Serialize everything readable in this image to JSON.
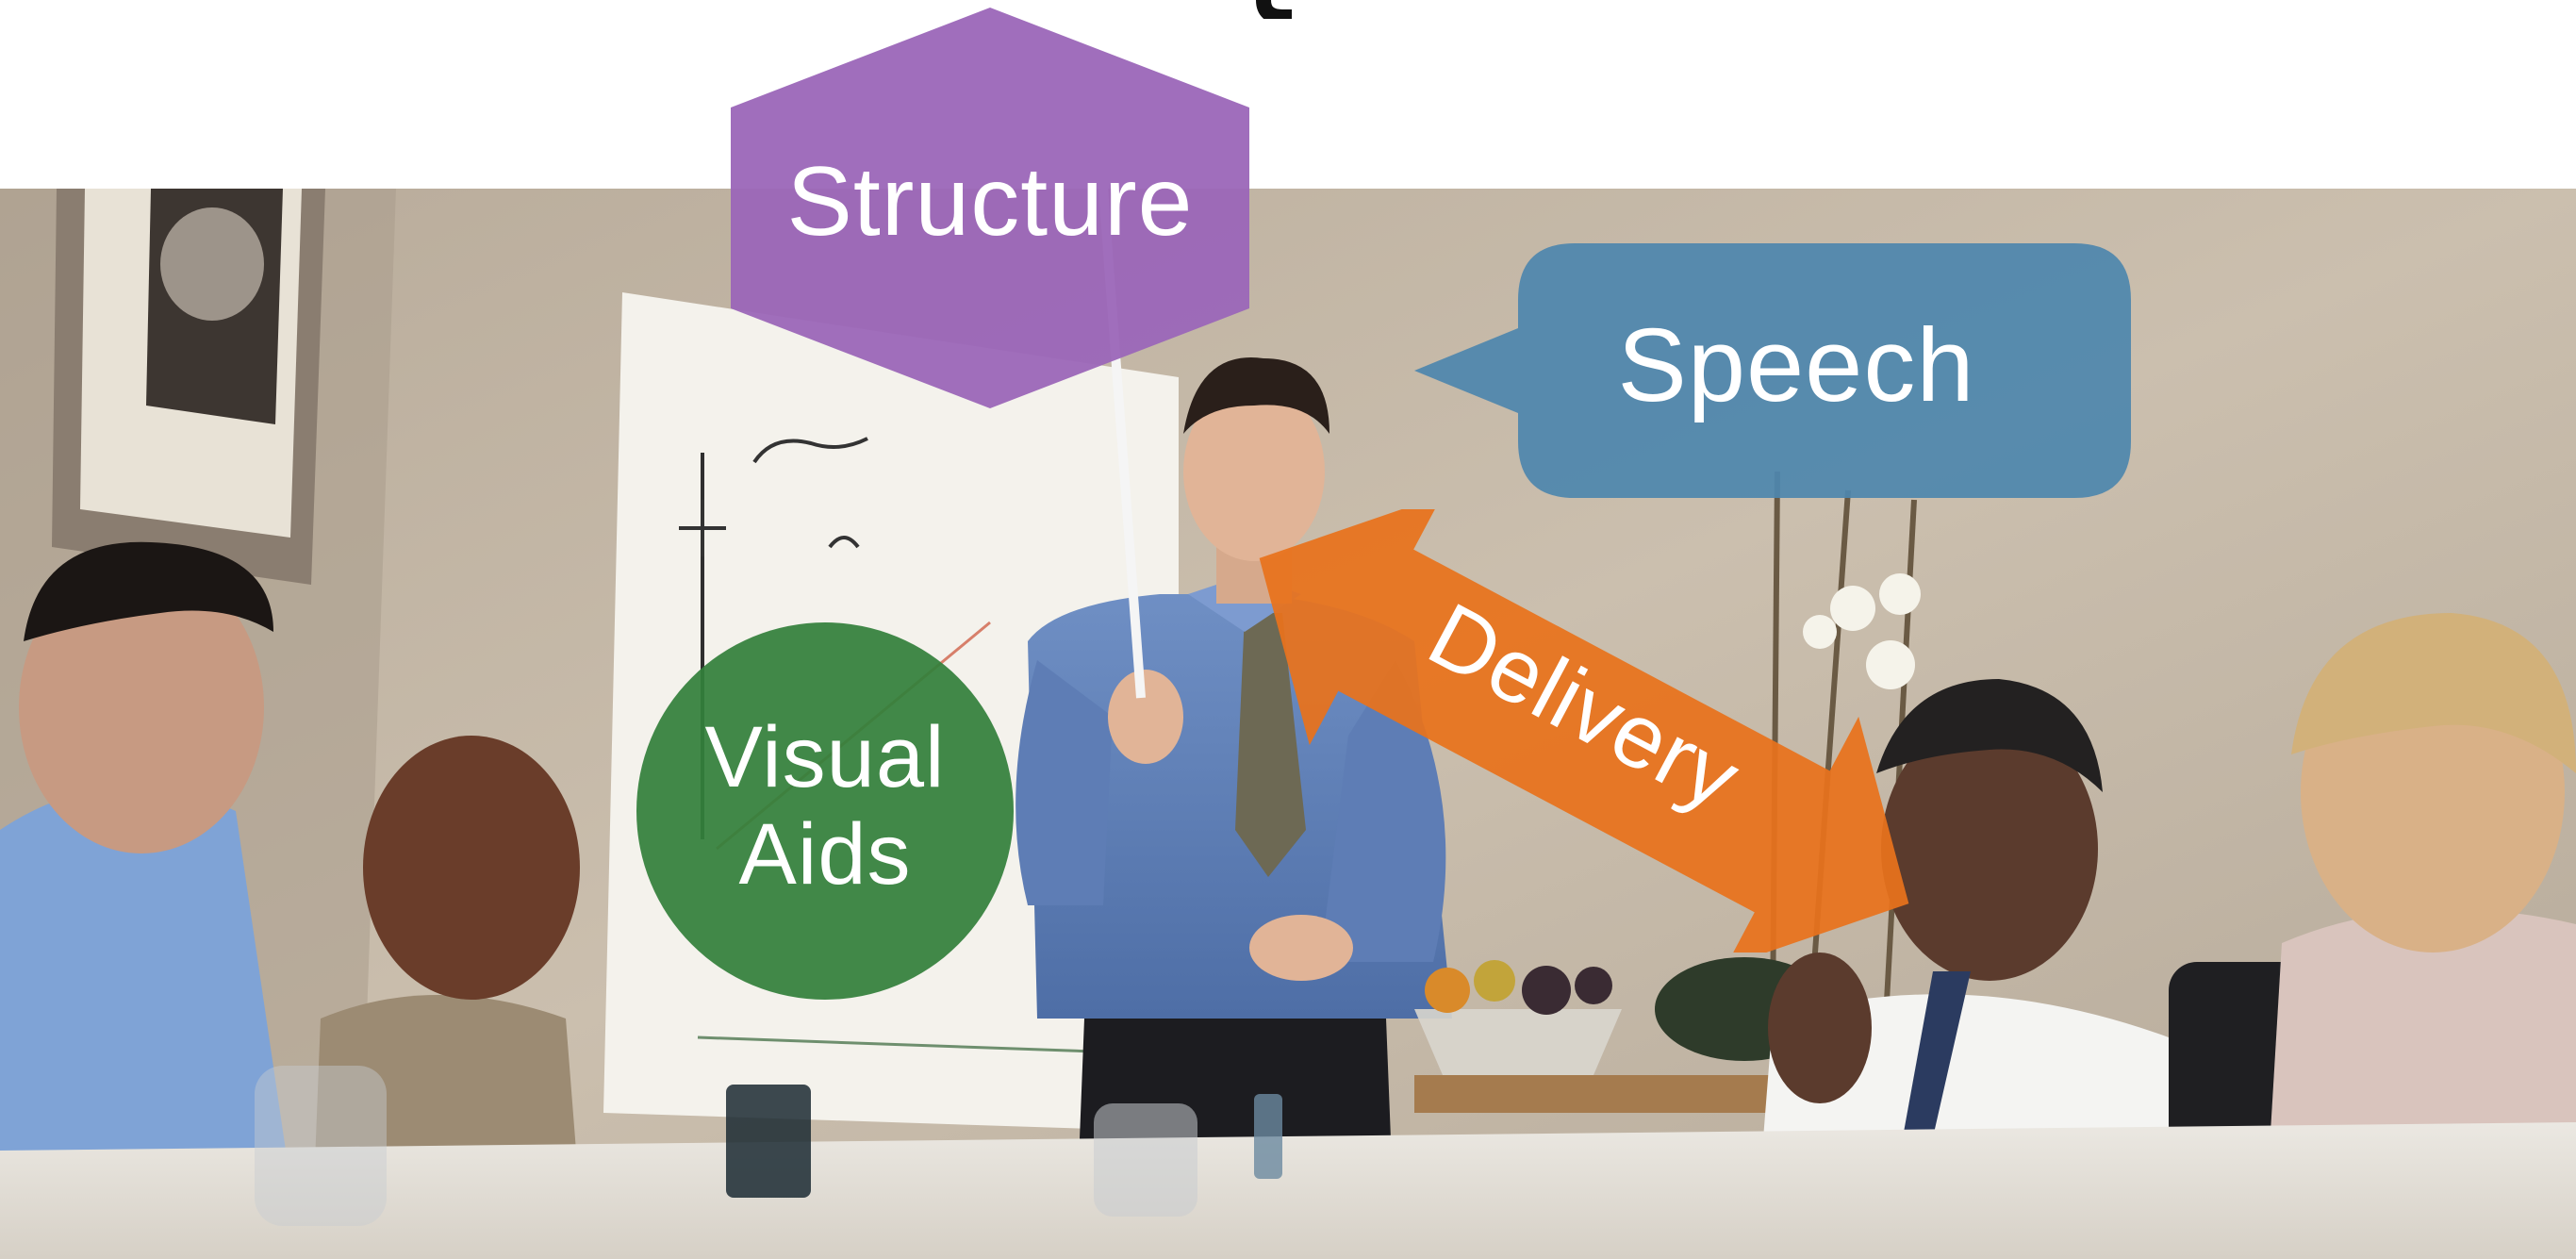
{
  "slide": {
    "structure_label": "Structure",
    "speech_label": "Speech",
    "visual_aids_label": "Visual\nAids",
    "delivery_label": "Delivery"
  },
  "colors": {
    "structure": "#9b66b8",
    "speech": "#4f86ad",
    "visual_aids": "#33803b",
    "delivery": "#e8721c",
    "wall": "#bfb3a3",
    "table": "#e9e6df"
  },
  "photo": {
    "subject": "presenter-in-meeting-room"
  }
}
